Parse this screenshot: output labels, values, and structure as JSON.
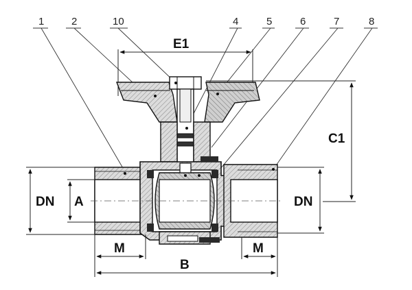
{
  "callouts": [
    "1",
    "2",
    "10",
    "4",
    "5",
    "6",
    "7",
    "8"
  ],
  "dimensions": {
    "e1": "E1",
    "c1": "C1",
    "dn_left": "DN",
    "dn_right": "DN",
    "a": "A",
    "m_left": "M",
    "m_right": "M",
    "b": "B"
  },
  "colors": {
    "fill": "#d9d9d9",
    "hatch": "#8a8a8a",
    "line": "#111111"
  }
}
